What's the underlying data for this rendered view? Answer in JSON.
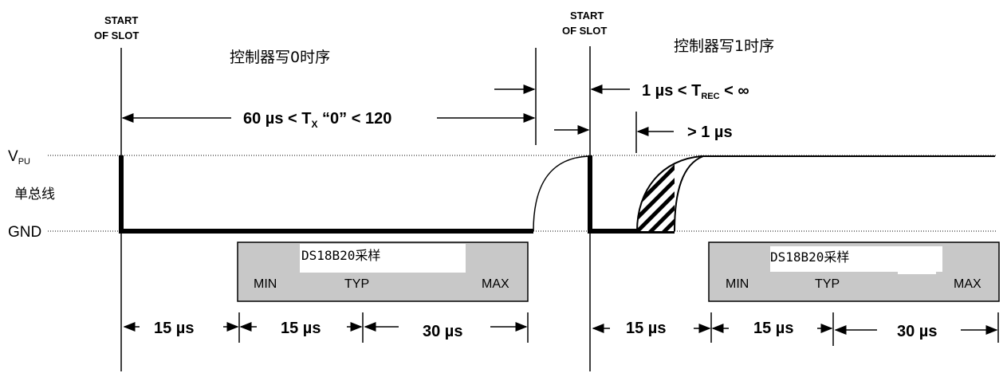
{
  "left_slot": {
    "start_label_1": "START",
    "start_label_2": "OF SLOT",
    "title": "控制器写0时序",
    "tx_label": "60 µs < T",
    "tx_sub": "X",
    "tx_label_tail": " “0” < 120",
    "sample_box": {
      "title": "DS18B20采样",
      "min": "MIN",
      "typ": "TYP",
      "max": "MAX"
    },
    "durations": [
      "15 µs",
      "15 µs",
      "30 µs"
    ]
  },
  "right_slot": {
    "start_label_1": "START",
    "start_label_2": "OF SLOT",
    "title": "控制器写1时序",
    "rec_label": "1 µs < T",
    "rec_sub": "REC",
    "rec_tail": " < ∞",
    "gt_label": "> 1 µs",
    "sample_box": {
      "title": "DS18B20采样",
      "min": "MIN",
      "typ": "TYP",
      "max": "MAX"
    },
    "durations": [
      "15 µs",
      "15 µs",
      "30 µs"
    ]
  },
  "levels": {
    "vpu": "V",
    "vpu_sub": "PU",
    "bus": "单总线",
    "gnd": "GND"
  },
  "colors": {
    "box_fill": "#c8c8c8",
    "line": "#000000"
  }
}
